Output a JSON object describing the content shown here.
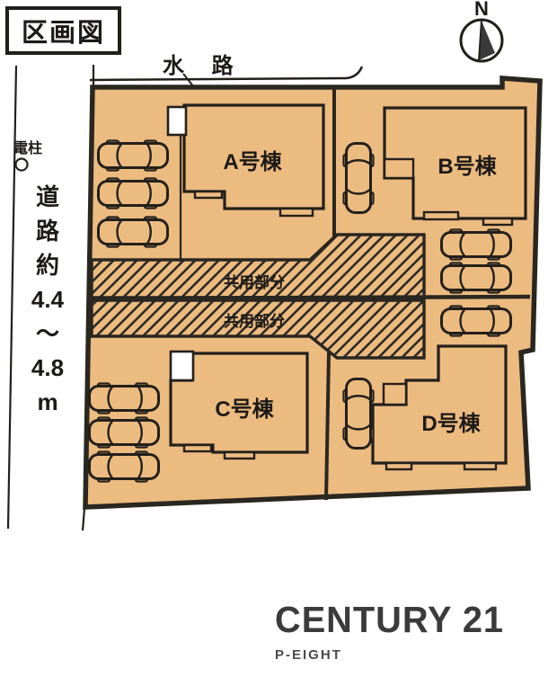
{
  "page": {
    "title": "区画図"
  },
  "compass": {
    "label": "N"
  },
  "annotations": {
    "waterway_label": "水 路",
    "utility_pole_label": "電柱",
    "road_label_full": "道路約4.4〜4.8m",
    "road_label_segments": [
      "道",
      "路",
      "約",
      "4.4",
      "〜",
      "4.8",
      "m"
    ]
  },
  "site": {
    "buildings": [
      {
        "id": "A",
        "label": "A号棟"
      },
      {
        "id": "B",
        "label": "B号棟"
      },
      {
        "id": "C",
        "label": "C号棟"
      },
      {
        "id": "D",
        "label": "D号棟"
      }
    ],
    "common_areas": [
      {
        "label": "共用部分"
      },
      {
        "label": "共用部分"
      }
    ],
    "parking_cars": {
      "horizontal": 9,
      "vertical": 2,
      "total": 11
    }
  },
  "branding": {
    "company": "CENTURY 21",
    "office": "P-EIGHT"
  },
  "colors": {
    "ground": "#ECBB80",
    "line": "#2A2620",
    "logo": "#3B3B3B"
  }
}
